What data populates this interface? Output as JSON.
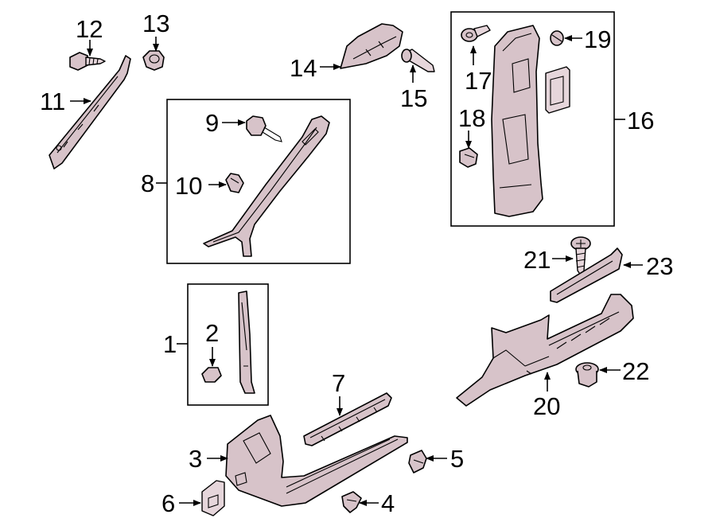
{
  "callouts": {
    "c1": "1",
    "c2": "2",
    "c3": "3",
    "c4": "4",
    "c5": "5",
    "c6": "6",
    "c7": "7",
    "c8": "8",
    "c9": "9",
    "c10": "10",
    "c11": "11",
    "c12": "12",
    "c13": "13",
    "c14": "14",
    "c15": "15",
    "c16": "16",
    "c17": "17",
    "c18": "18",
    "c19": "19",
    "c20": "20",
    "c21": "21",
    "c22": "22",
    "c23": "23"
  },
  "colors": {
    "part_fill": "#d7c3c9",
    "line": "#000000",
    "background": "#ffffff"
  }
}
